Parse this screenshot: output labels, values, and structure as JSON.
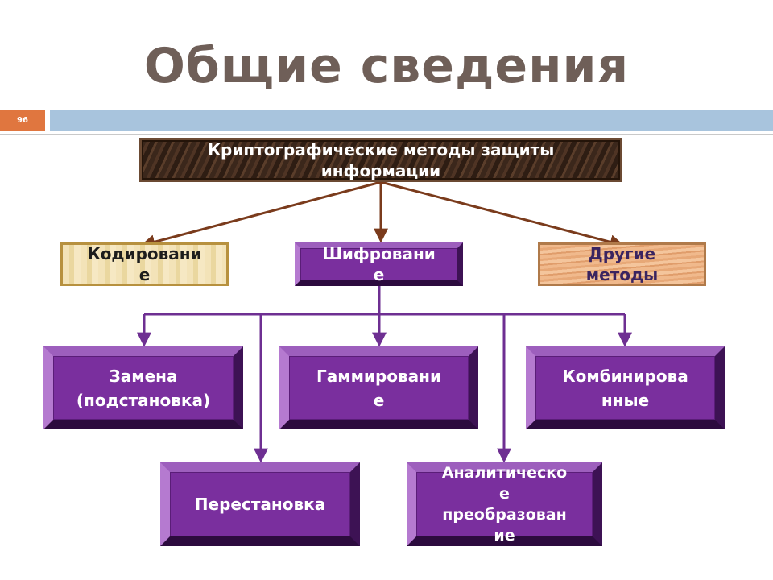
{
  "slide": {
    "title": "Общие сведения",
    "page_number": "96"
  },
  "diagram": {
    "root": {
      "lines": [
        "Криптографические методы защиты",
        "информации"
      ]
    },
    "level1": {
      "coding": {
        "lines": [
          "Кодировани",
          "е"
        ]
      },
      "encryption": {
        "lines": [
          "Шифровани",
          "е"
        ]
      },
      "other": {
        "lines": [
          "Другие",
          "методы"
        ]
      }
    },
    "level2": {
      "substitution": {
        "lines": [
          "Замена",
          "(подстановка)"
        ]
      },
      "gamma": {
        "lines": [
          "Гаммировани",
          "е"
        ]
      },
      "combined": {
        "lines": [
          "Комбинирова",
          "нные"
        ]
      },
      "permutation": {
        "lines": [
          "Перестановка"
        ]
      },
      "analytic": {
        "lines": [
          "Аналитическо",
          "е",
          "преобразован",
          "ие"
        ]
      }
    }
  },
  "colors": {
    "title": "#6f5f58",
    "badge": "#e0763f",
    "header_bar": "#a8c4dd",
    "arrow_brown": "#7a3b1c",
    "arrow_purple": "#6e2f92",
    "node_purple": "#7a2f9e"
  }
}
